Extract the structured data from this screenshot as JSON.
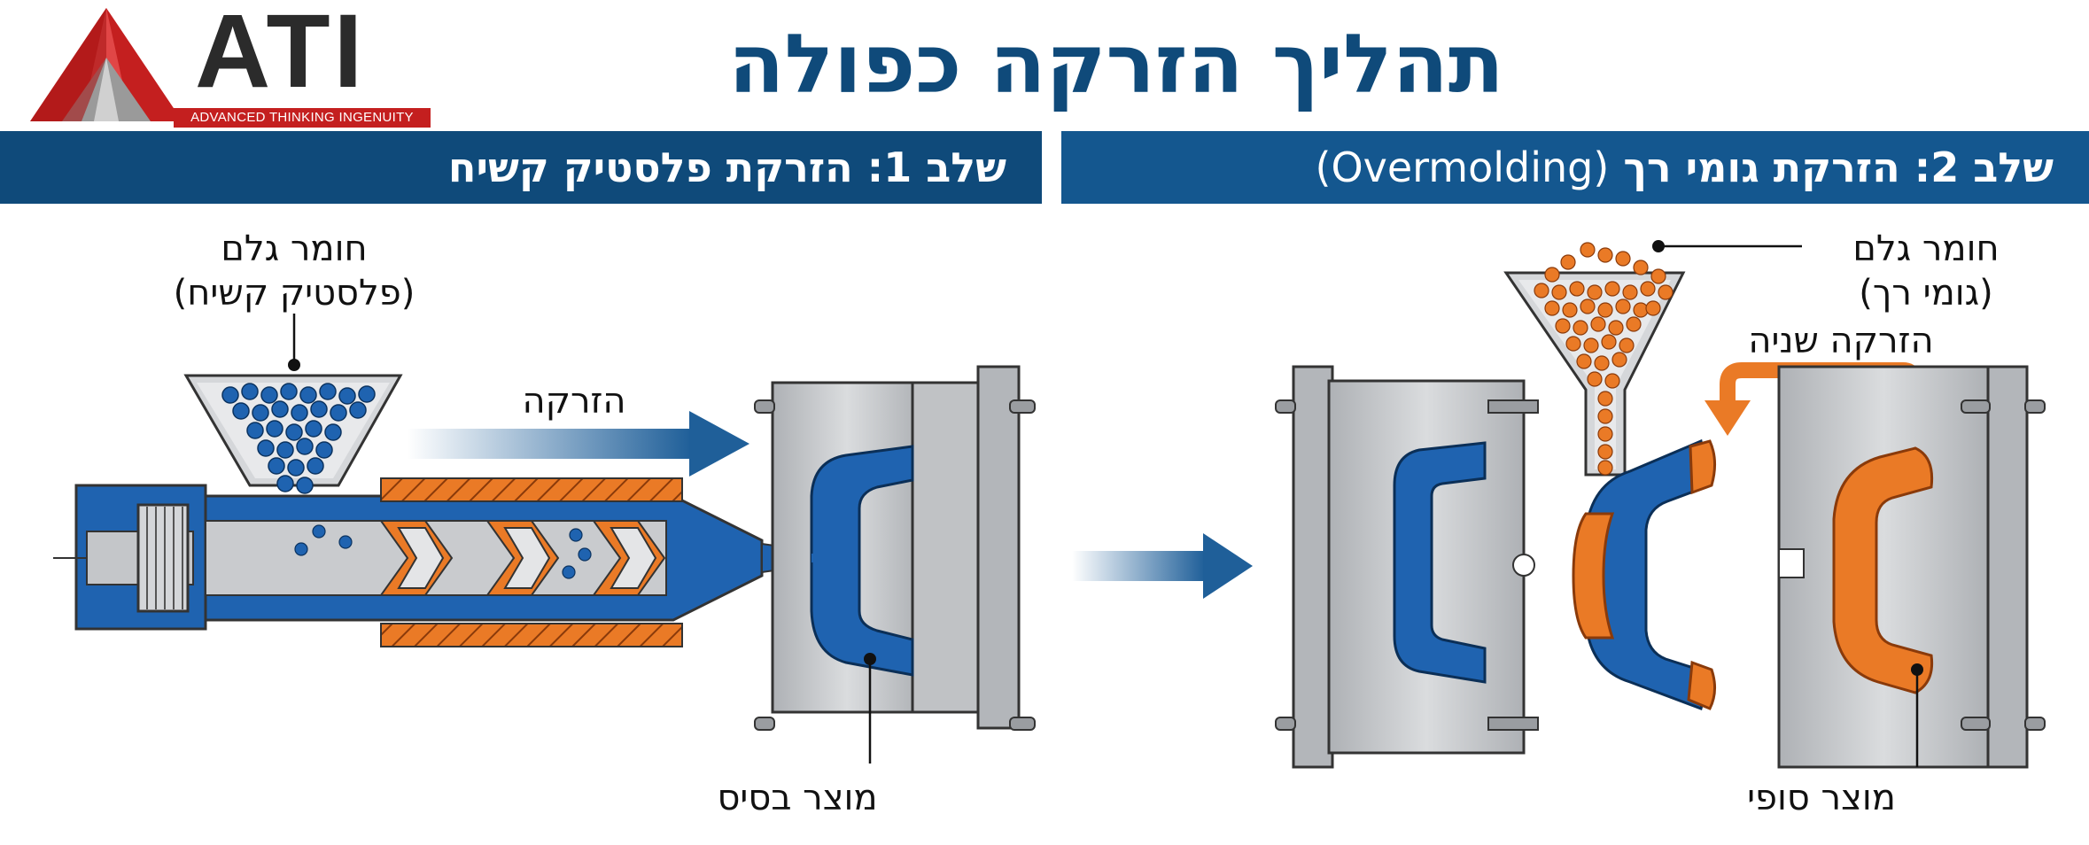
{
  "logo": {
    "name": "ATI",
    "tagline": "ADVANCED THINKING INGENUITY",
    "colors": {
      "red": "#c41f1f",
      "dark": "#2b2b2b"
    }
  },
  "title": "תהליך הזרקה כפולה",
  "stage1": {
    "header": "שלב 1: הזרקת פלסטיק קשיח",
    "raw_material_line1": "חומר גלם",
    "raw_material_line2": "(פלסטיק קשיח)",
    "injection_label": "הזרקה",
    "product_label": "מוצר בסיס"
  },
  "stage2": {
    "header_he": "שלב 2: הזרקת גומי רך",
    "header_en": "(Overmolding)",
    "raw_material_line1": "חומר גלם",
    "raw_material_line2": "(גומי רך)",
    "second_injection_label": "הזרקה שניה",
    "product_label": "מוצר סופי"
  },
  "colors": {
    "navy": "#0f4a7a",
    "blue_part": "#1f63b0",
    "orange": "#ea7a26",
    "steel": "#c9cbce",
    "dark_steel": "#8e9297"
  }
}
